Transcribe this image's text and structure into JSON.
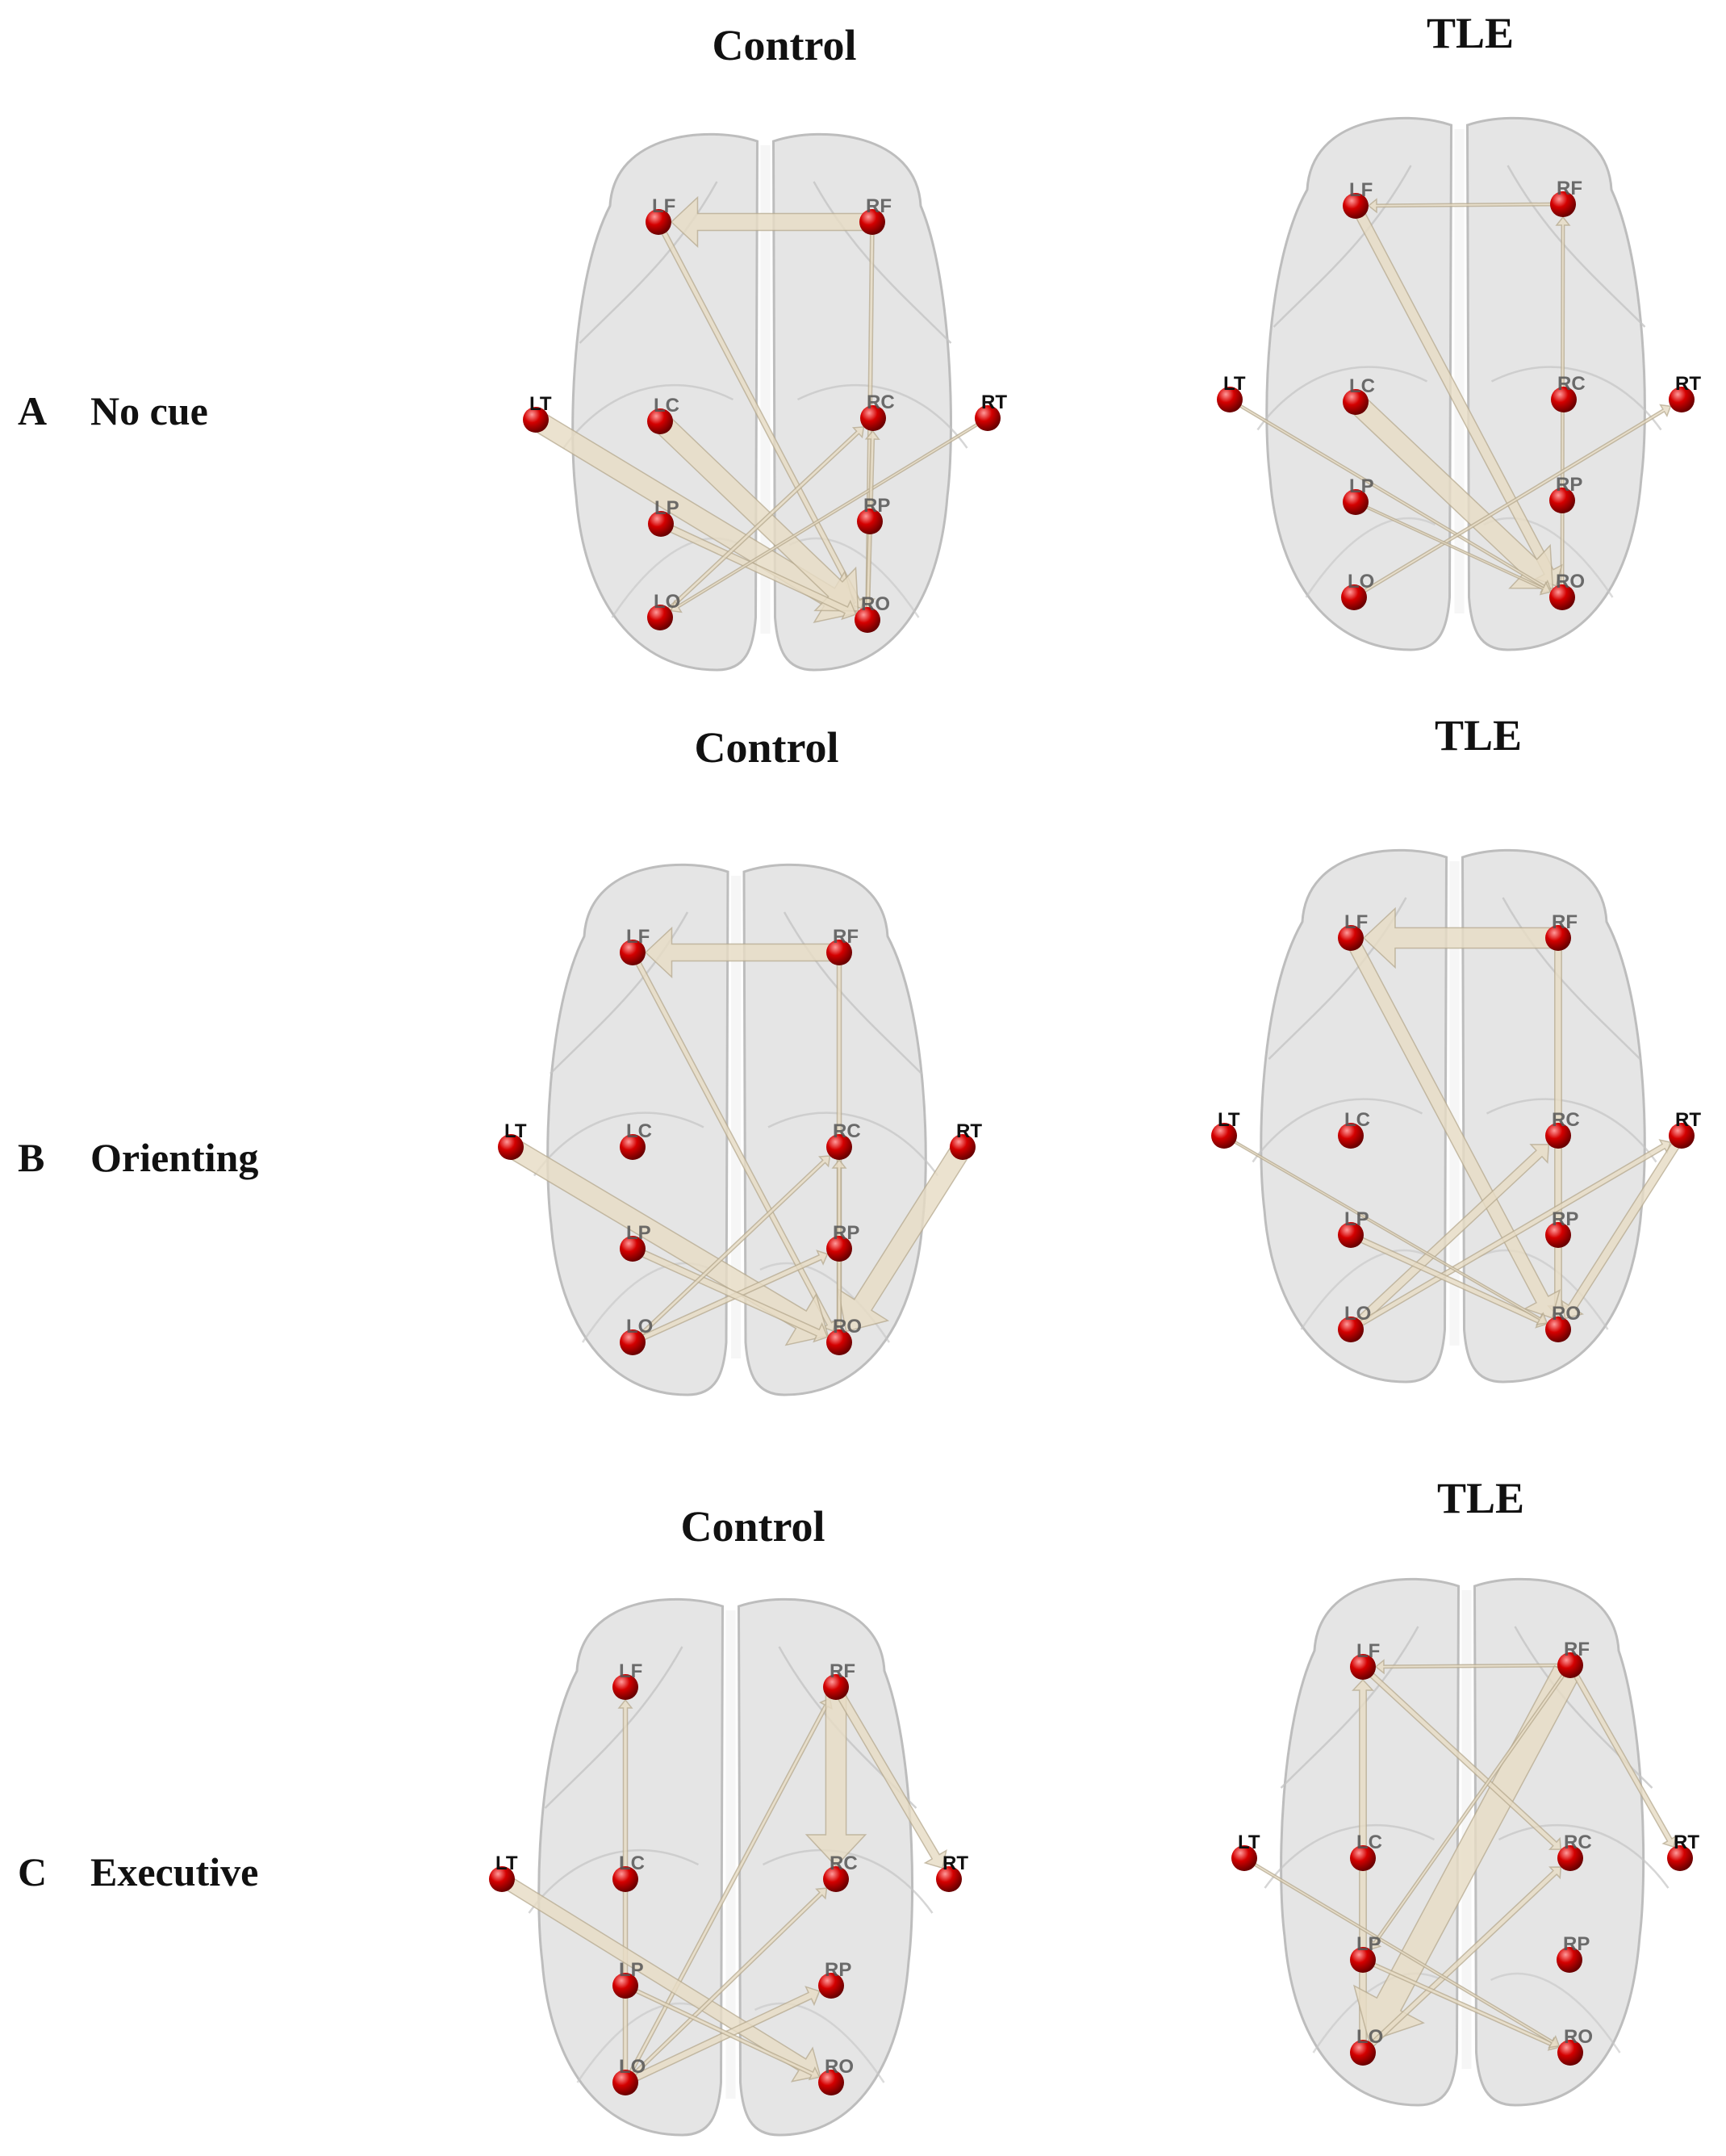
{
  "rows": [
    {
      "letter": "A",
      "label": "No cue",
      "panels": [
        {
          "title": "Control",
          "edges": [
            {
              "from": "RF",
              "to": "LF",
              "w": 5
            },
            {
              "from": "RF",
              "to": "RO",
              "w": 1
            },
            {
              "from": "LF",
              "to": "RO",
              "w": 1.5
            },
            {
              "from": "LT",
              "to": "RO",
              "w": 6
            },
            {
              "from": "LC",
              "to": "RO",
              "w": 6
            },
            {
              "from": "LP",
              "to": "RO",
              "w": 2
            },
            {
              "from": "LO",
              "to": "RC",
              "w": 1
            },
            {
              "from": "RT",
              "to": "LO",
              "w": 0.7
            },
            {
              "from": "RO",
              "to": "RC",
              "w": 1
            }
          ]
        },
        {
          "title": "TLE",
          "edges": [
            {
              "from": "RF",
              "to": "LF",
              "w": 0.8
            },
            {
              "from": "RO",
              "to": "RF",
              "w": 0.8
            },
            {
              "from": "LF",
              "to": "RO",
              "w": 3
            },
            {
              "from": "LC",
              "to": "RO",
              "w": 6
            },
            {
              "from": "LT",
              "to": "RO",
              "w": 0.7
            },
            {
              "from": "LO",
              "to": "RT",
              "w": 0.8
            },
            {
              "from": "LP",
              "to": "RO",
              "w": 0.6
            }
          ]
        }
      ]
    },
    {
      "letter": "B",
      "label": "Orienting",
      "panels": [
        {
          "title": "Control",
          "edges": [
            {
              "from": "RF",
              "to": "LF",
              "w": 5
            },
            {
              "from": "RF",
              "to": "RO",
              "w": 1.2
            },
            {
              "from": "LF",
              "to": "RO",
              "w": 1.5
            },
            {
              "from": "LT",
              "to": "RO",
              "w": 6
            },
            {
              "from": "RT",
              "to": "RO",
              "w": 6
            },
            {
              "from": "LO",
              "to": "RP",
              "w": 1.5
            },
            {
              "from": "LP",
              "to": "RO",
              "w": 2
            },
            {
              "from": "LO",
              "to": "RC",
              "w": 1
            },
            {
              "from": "RO",
              "to": "RC",
              "w": 1
            }
          ]
        },
        {
          "title": "TLE",
          "edges": [
            {
              "from": "RF",
              "to": "LF",
              "w": 6
            },
            {
              "from": "RF",
              "to": "RO",
              "w": 2
            },
            {
              "from": "LF",
              "to": "RO",
              "w": 4
            },
            {
              "from": "LO",
              "to": "RC",
              "w": 2.5
            },
            {
              "from": "LO",
              "to": "RT",
              "w": 1.5
            },
            {
              "from": "LP",
              "to": "RO",
              "w": 1.5
            },
            {
              "from": "RT",
              "to": "RO",
              "w": 2.5
            },
            {
              "from": "LT",
              "to": "RO",
              "w": 0.6
            }
          ]
        }
      ]
    },
    {
      "letter": "C",
      "label": "Executive",
      "panels": [
        {
          "title": "Control",
          "edges": [
            {
              "from": "LO",
              "to": "LF",
              "w": 1.2
            },
            {
              "from": "LO",
              "to": "RF",
              "w": 1
            },
            {
              "from": "RF",
              "to": "RC",
              "w": 6
            },
            {
              "from": "RF",
              "to": "RT",
              "w": 2.5
            },
            {
              "from": "LT",
              "to": "RO",
              "w": 4
            },
            {
              "from": "LO",
              "to": "RP",
              "w": 2
            },
            {
              "from": "LO",
              "to": "RC",
              "w": 1
            },
            {
              "from": "LP",
              "to": "RO",
              "w": 1
            }
          ]
        },
        {
          "title": "TLE",
          "edges": [
            {
              "from": "RF",
              "to": "LF",
              "w": 0.8
            },
            {
              "from": "LO",
              "to": "LF",
              "w": 2
            },
            {
              "from": "RF",
              "to": "LO",
              "w": 8
            },
            {
              "from": "LF",
              "to": "RC",
              "w": 1.5
            },
            {
              "from": "RF",
              "to": "RT",
              "w": 1.5
            },
            {
              "from": "LO",
              "to": "RC",
              "w": 1.5
            },
            {
              "from": "LP",
              "to": "RO",
              "w": 1
            },
            {
              "from": "LT",
              "to": "RO",
              "w": 0.7
            },
            {
              "from": "RF",
              "to": "LP",
              "w": 0.8
            }
          ]
        }
      ]
    }
  ],
  "nodes": [
    "LF",
    "RF",
    "LT",
    "LC",
    "RC",
    "RT",
    "LP",
    "RP",
    "LO",
    "RO"
  ],
  "colors": {
    "node": "#d40000",
    "arrow": "#e6dcc4",
    "arrow_edge": "#b2a58a",
    "brain": "#d8d8d8"
  }
}
